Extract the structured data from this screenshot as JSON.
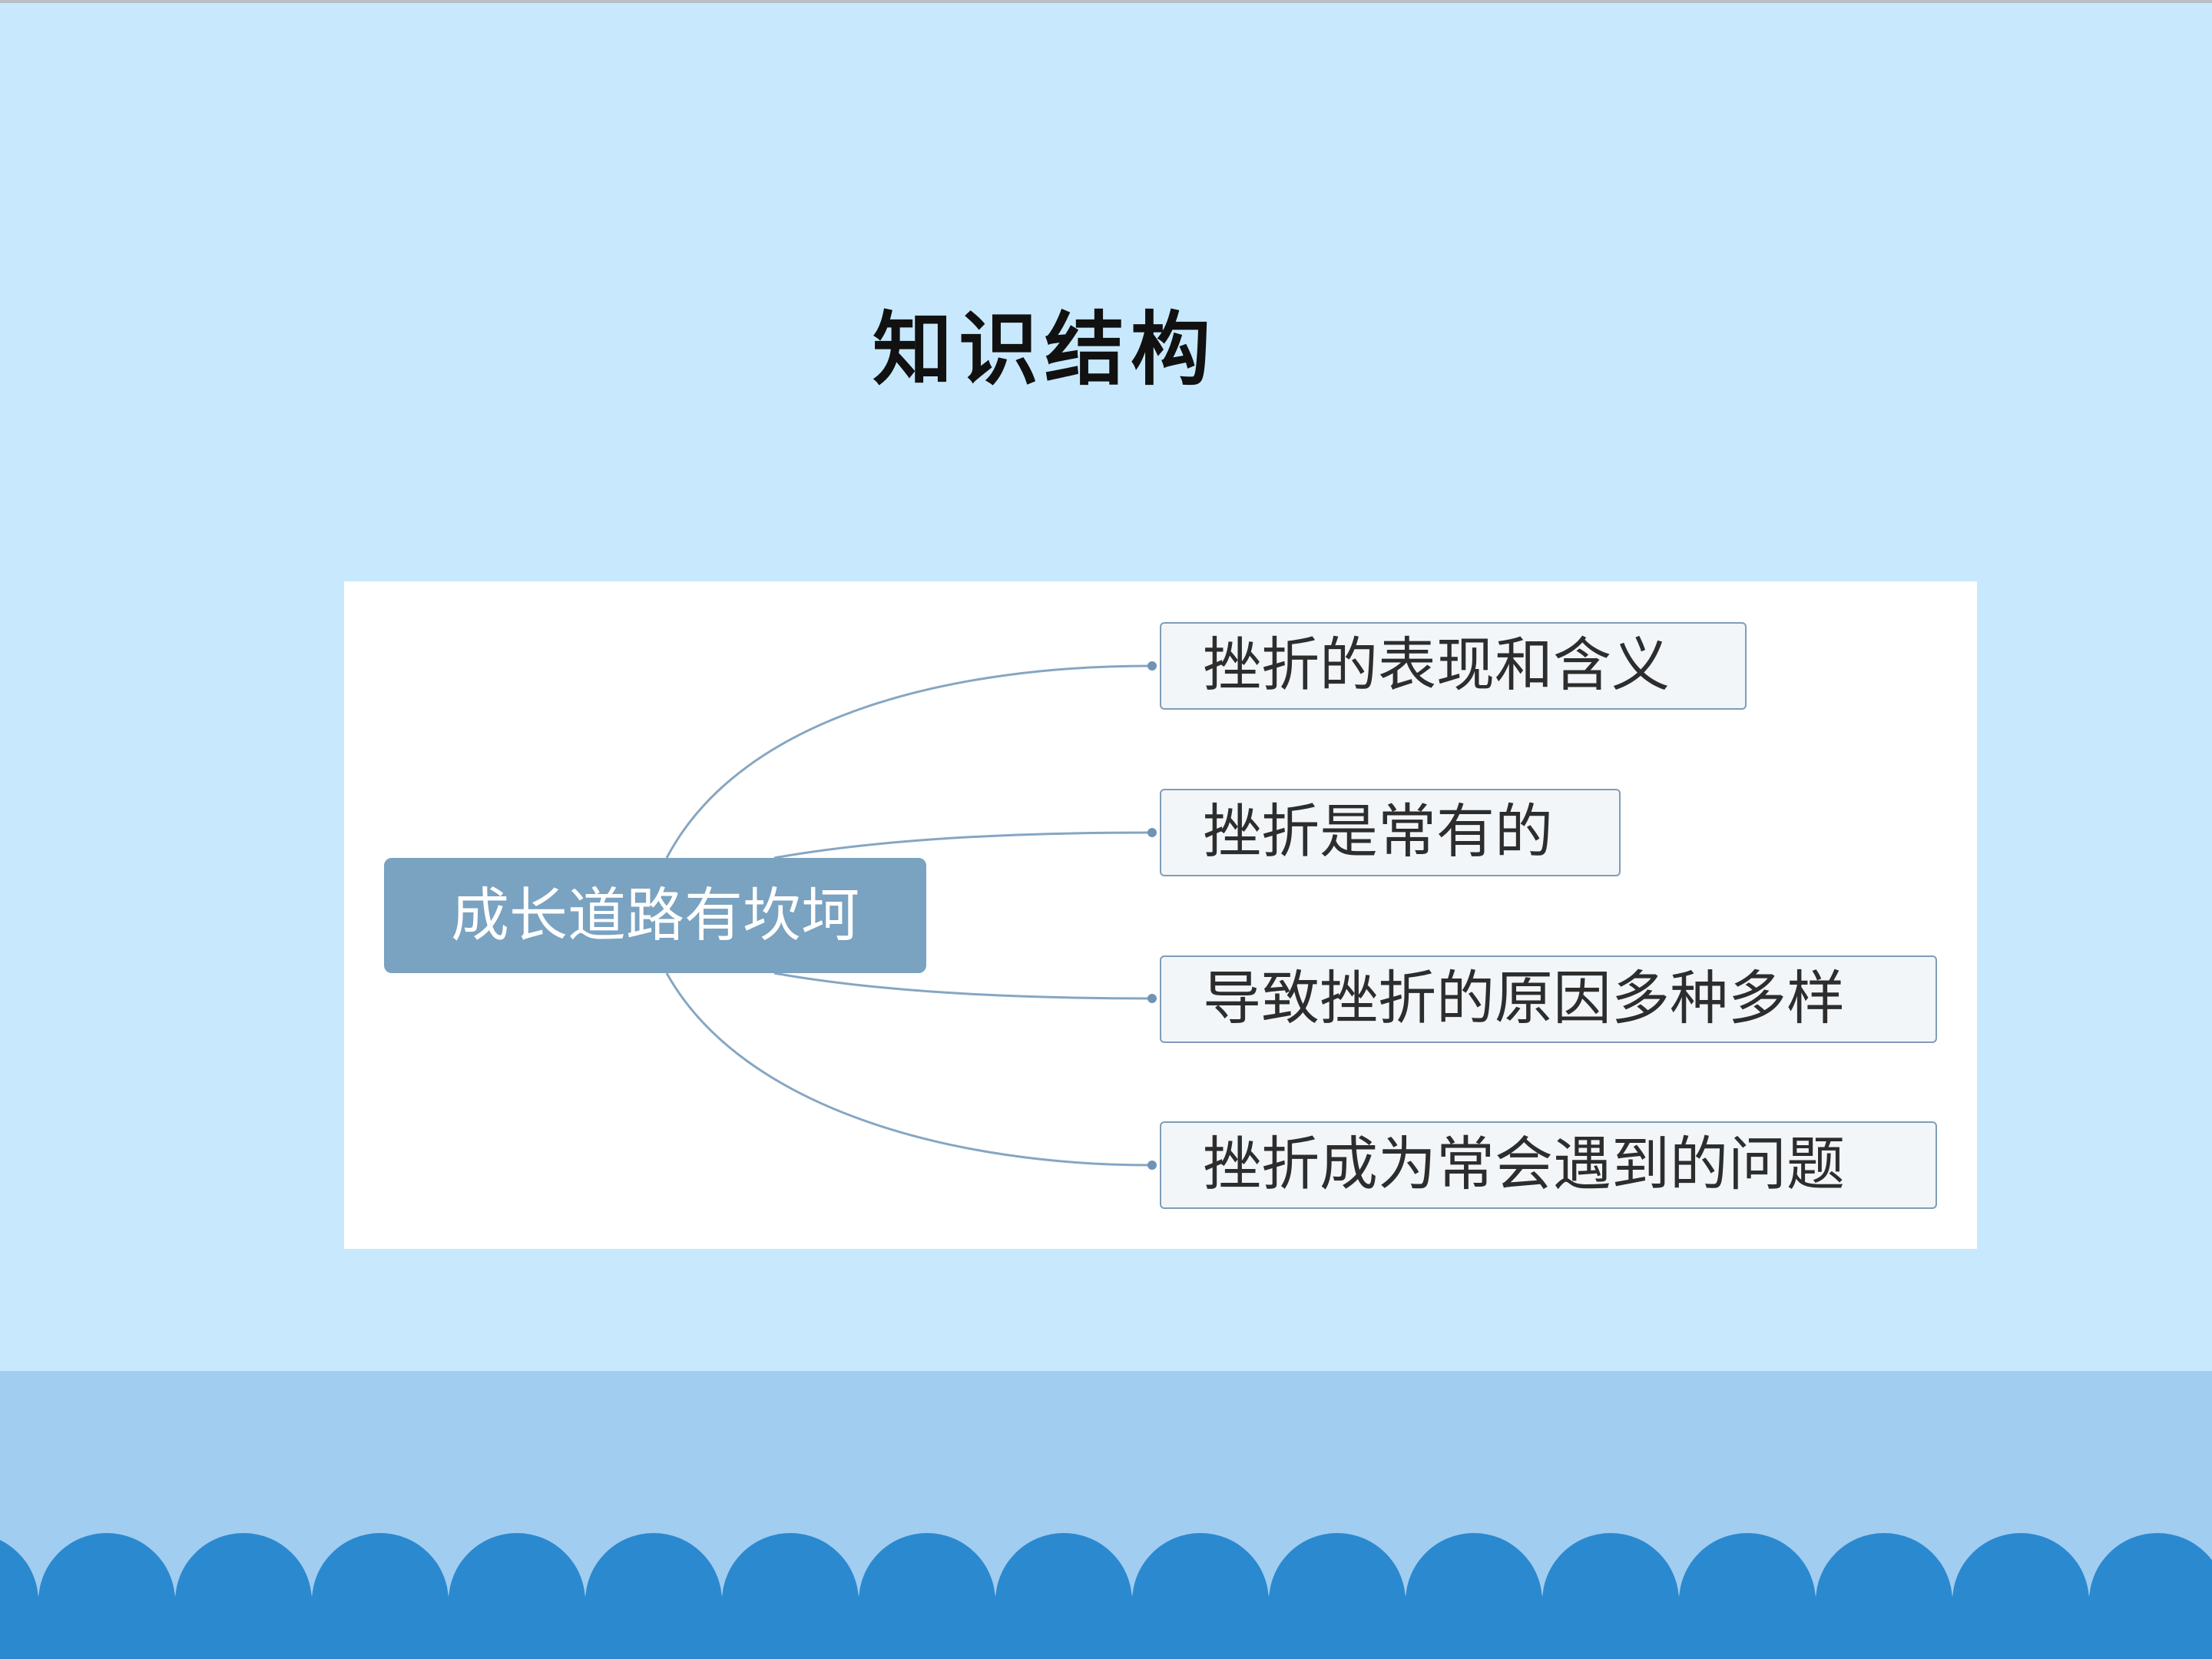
{
  "slide": {
    "title": "知识结构"
  },
  "mindmap": {
    "root": "成长道路有坎坷",
    "branches": [
      "挫折的表现和含义",
      "挫折是常有的",
      "导致挫折的原因多种多样",
      "挫折成为常会遇到的问题"
    ]
  },
  "colors": {
    "background": "#c8e9fd",
    "root_fill": "#7aa2c1",
    "branch_fill": "#f2f6f9",
    "branch_border": "#7f9db8",
    "connector": "#86a6c2",
    "band": "#a1cdf1",
    "wave": "#2b89cf"
  }
}
